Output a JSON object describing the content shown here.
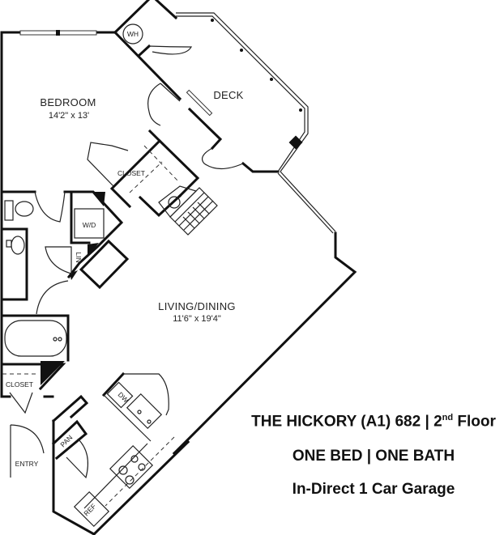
{
  "plan": {
    "unit_name": "THE HICKORY (A1) 682",
    "floor_number": "2",
    "floor_suffix": "nd",
    "floor_word": "Floor",
    "separator": "|",
    "bed_bath": "ONE BED | ONE BATH",
    "garage": "In-Direct 1 Car Garage"
  },
  "rooms": {
    "bedroom": {
      "label": "BEDROOM",
      "dimensions": "14'2\" x 13'"
    },
    "deck": {
      "label": "DECK"
    },
    "living": {
      "label": "LIVING/DINING",
      "dimensions": "11'6\" x 19'4\""
    },
    "closet_bedroom": {
      "label": "CLOSET"
    },
    "closet_entry": {
      "label": "CLOSET"
    },
    "entry": {
      "label": "ENTRY"
    }
  },
  "fixtures": {
    "water_heater": "WH",
    "washer_dryer": "W/D",
    "linen": "LIN",
    "dishwasher": "DW",
    "pantry": "PAN",
    "refrigerator": "REF"
  }
}
